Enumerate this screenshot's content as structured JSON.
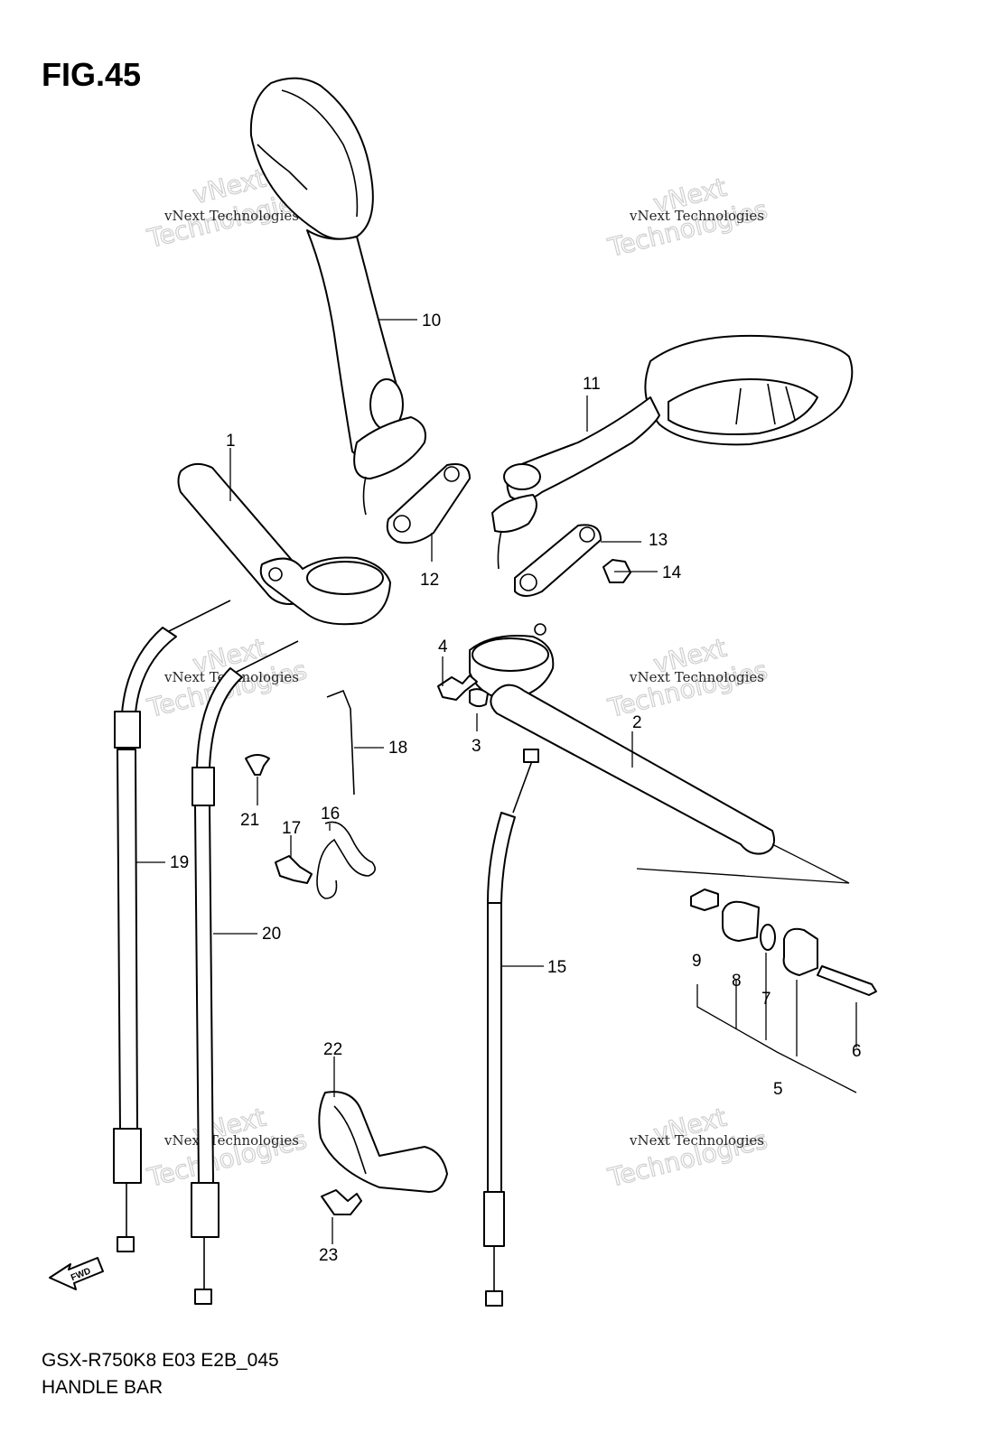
{
  "figure": {
    "title": "FIG.45",
    "model_code": "GSX-R750K8 E03 E2B_045",
    "section_name": "HANDLE BAR"
  },
  "watermark": {
    "line1": "vNext Technologies",
    "line2": "vNext",
    "line3": "Technologies"
  },
  "fwd_label": "FWD",
  "callouts": [
    "1",
    "2",
    "3",
    "4",
    "5",
    "6",
    "7",
    "8",
    "9",
    "10",
    "11",
    "12",
    "13",
    "14",
    "15",
    "16",
    "17",
    "18",
    "19",
    "20",
    "21",
    "22",
    "23"
  ]
}
